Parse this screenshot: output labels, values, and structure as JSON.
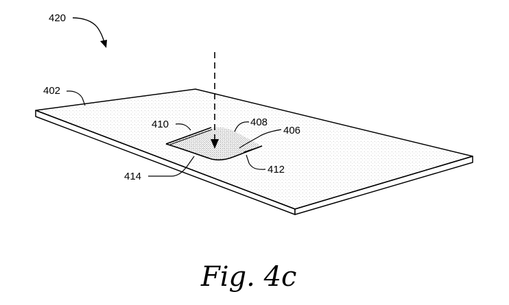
{
  "figure": {
    "caption": "Fig. 4c",
    "labels": {
      "ref_420": "420",
      "ref_402": "402",
      "ref_410": "410",
      "ref_408": "408",
      "ref_406": "406",
      "ref_412": "412",
      "ref_414": "414"
    },
    "colors": {
      "line": "#000000",
      "surface_fill": "#ffffff",
      "stipple": "#8a8a8a"
    }
  }
}
